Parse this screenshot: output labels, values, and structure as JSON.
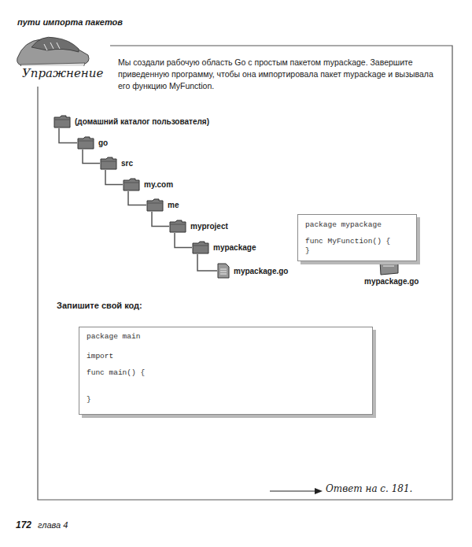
{
  "diagram": {
    "nodes": [
      {
        "text": [
          "(домашний каталог пользователя)"
        ]
      },
      {
        "text": [
          "go"
        ]
      },
      {
        "text": [
          "src"
        ]
      },
      {
        "text": [
          "my.com"
        ]
      },
      {
        "text": [
          "me"
        ]
      },
      {
        "text": [
          "myproject"
        ]
      },
      {
        "text": [
          "mypackage"
        ]
      },
      {
        "text": [
          "mypackage.go"
        ]
      },
      {
        "text": [
          "package mypackage",
          "func MyFunction() {",
          "}"
        ]
      },
      {
        "text": [
          "package main",
          "import",
          "func main() {",
          "}"
        ]
      }
    ],
    "edges": [
      {
        "from": 0,
        "to": 1,
        "arrow": "none"
      },
      {
        "from": 1,
        "to": 2,
        "arrow": "none"
      },
      {
        "from": 2,
        "to": 3,
        "arrow": "none"
      },
      {
        "from": 3,
        "to": 4,
        "arrow": "none"
      },
      {
        "from": 4,
        "to": 5,
        "arrow": "none"
      },
      {
        "from": 5,
        "to": 6,
        "arrow": "none"
      },
      {
        "from": 6,
        "to": 7,
        "arrow": "none"
      }
    ],
    "labels": [
      "пути импорта пакетов",
      "Упражнение",
      "Мы создали рабочую область Go с простым пакетом mypackage. Завершите приведенную программу, чтобы она импортировала пакет mypackage и вызывала его функцию MyFunction.",
      "mypackage.go",
      "Запишите свой код:",
      "Ответ на с. 181.",
      "172",
      "глава 4"
    ]
  }
}
